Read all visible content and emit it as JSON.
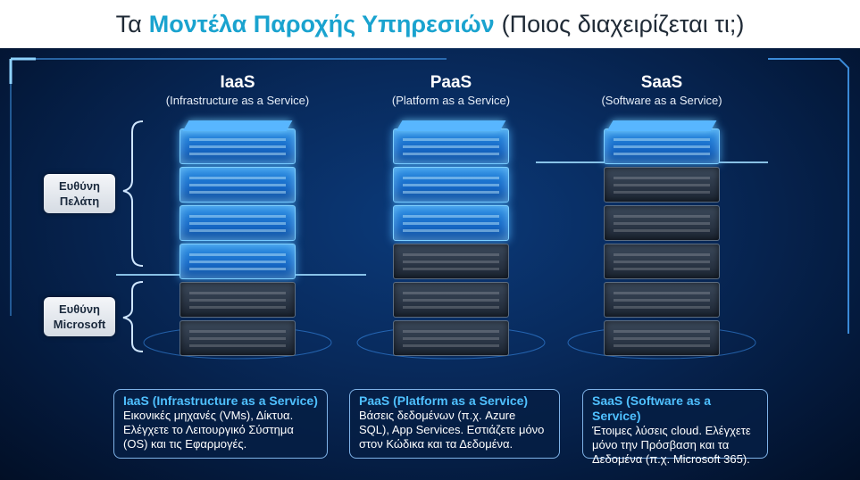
{
  "title": {
    "prefix": "Τα",
    "accent": "Μοντέλα Παροχής Υπηρεσιών",
    "suffix": "(Ποιος διαχειρίζεται τι;)"
  },
  "responsibility": {
    "customer": [
      "Ευθύνη",
      "Πελάτη"
    ],
    "microsoft": [
      "Ευθύνη",
      "Microsoft"
    ]
  },
  "columns": [
    {
      "heading": "IaaS",
      "subheading": "(Infrastructure as a Service)",
      "customer_layers": 4,
      "microsoft_layers": 2,
      "desc_title": "IaaS (Infrastructure as a Service)",
      "desc_lines": [
        "Εικονικές μηχανές (VMs), Δίκτυα.",
        "Ελέγχετε το Λειτουργικό Σύστημα",
        "(OS) και τις Εφαρμογές."
      ]
    },
    {
      "heading": "PaaS",
      "subheading": "(Platform as a Service)",
      "customer_layers": 3,
      "microsoft_layers": 3,
      "desc_title": "PaaS (Platform as a Service)",
      "desc_lines": [
        "Βάσεις δεδομένων (π.χ. Azure",
        "SQL), App Services. Εστιάζετε μόνο",
        "στον Κώδικα και τα Δεδομένα."
      ]
    },
    {
      "heading": "SaaS",
      "subheading": "(Software as a Service)",
      "customer_layers": 1,
      "microsoft_layers": 5,
      "desc_title": "SaaS (Software as a Service)",
      "desc_lines": [
        "Έτοιμες λύσεις cloud. Ελέγχετε",
        "μόνο την Πρόσβαση και τα",
        "Δεδομένα (π.χ. Microsoft 365)."
      ]
    }
  ],
  "colors": {
    "accent": "#1aa3cf",
    "customer_layer": "#2a8fe6",
    "microsoft_layer": "#2a3545",
    "desc_title": "#4fc0ff"
  }
}
